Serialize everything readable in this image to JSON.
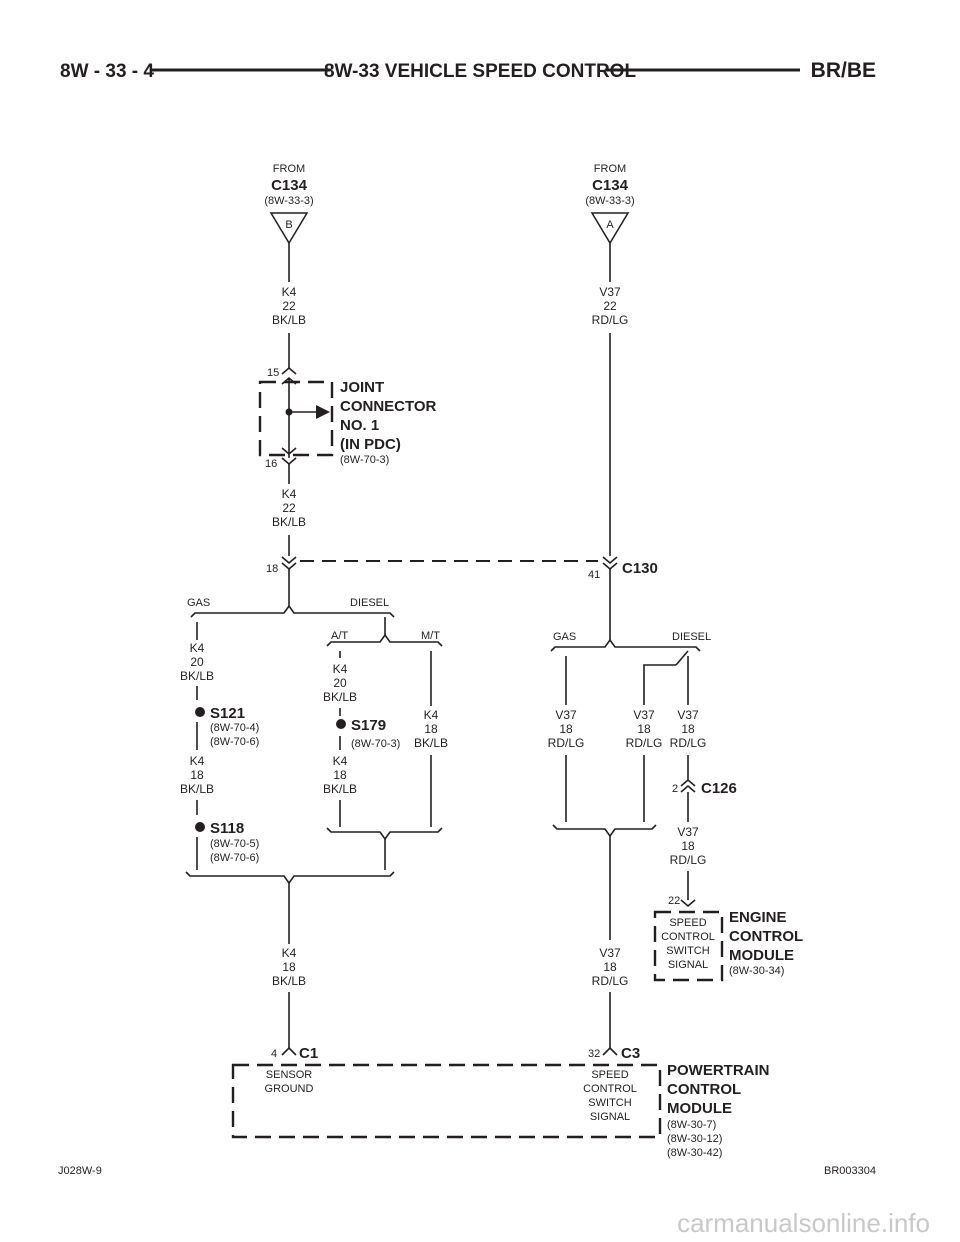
{
  "header": {
    "page_number": "8W - 33 - 4",
    "title": "8W-33 VEHICLE SPEED CONTROL",
    "model": "BR/BE"
  },
  "feeds": [
    {
      "from": "FROM",
      "connector": "C134",
      "ref": "(8W-33-3)",
      "pin": "B"
    },
    {
      "from": "FROM",
      "connector": "C134",
      "ref": "(8W-33-3)",
      "pin": "A"
    }
  ],
  "wires": {
    "k4_22_top": [
      "K4",
      "22",
      "BK/LB"
    ],
    "v37_22_top": [
      "V37",
      "22",
      "RD/LG"
    ],
    "k4_22_mid": [
      "K4",
      "22",
      "BK/LB"
    ],
    "k4_20_gas": [
      "K4",
      "20",
      "BK/LB"
    ],
    "k4_18_gas": [
      "K4",
      "18",
      "BK/LB"
    ],
    "k4_20_at": [
      "K4",
      "20",
      "BK/LB"
    ],
    "k4_18_at": [
      "K4",
      "18",
      "BK/LB"
    ],
    "k4_18_mt": [
      "K4",
      "18",
      "BK/LB"
    ],
    "v37_18_gas": [
      "V37",
      "18",
      "RD/LG"
    ],
    "v37_18_d1": [
      "V37",
      "18",
      "RD/LG"
    ],
    "v37_18_d2": [
      "V37",
      "18",
      "RD/LG"
    ],
    "v37_18_ecm": [
      "V37",
      "18",
      "RD/LG"
    ],
    "k4_18_bottom": [
      "K4",
      "18",
      "BK/LB"
    ],
    "v37_18_bottom": [
      "V37",
      "18",
      "RD/LG"
    ]
  },
  "joint_connector": {
    "title_lines": [
      "JOINT",
      "CONNECTOR",
      "NO. 1",
      "(IN PDC)"
    ],
    "ref": "(8W-70-3)",
    "pin_top": "15",
    "pin_bottom": "16"
  },
  "connectors": {
    "c130": {
      "name": "C130",
      "pin_left": "18",
      "pin_right": "41"
    },
    "c126": {
      "name": "C126",
      "pin": "2"
    },
    "c1": {
      "name": "C1",
      "pin": "4"
    },
    "c3": {
      "name": "C3",
      "pin": "32"
    }
  },
  "options": {
    "gas": "GAS",
    "diesel": "DIESEL",
    "at": "A/T",
    "mt": "M/T"
  },
  "splices": {
    "s121": {
      "name": "S121",
      "refs": [
        "(8W-70-4)",
        "(8W-70-6)"
      ]
    },
    "s179": {
      "name": "S179",
      "refs": [
        "(8W-70-3)"
      ]
    },
    "s118": {
      "name": "S118",
      "refs": [
        "(8W-70-5)",
        "(8W-70-6)"
      ]
    }
  },
  "ecm": {
    "pin": "22",
    "circuit_lines": [
      "SPEED",
      "CONTROL",
      "SWITCH",
      "SIGNAL"
    ],
    "title_lines": [
      "ENGINE",
      "CONTROL",
      "MODULE"
    ],
    "ref": "(8W-30-34)"
  },
  "pcm": {
    "c1_circuit": [
      "SENSOR",
      "GROUND"
    ],
    "c3_circuit": [
      "SPEED",
      "CONTROL",
      "SWITCH",
      "SIGNAL"
    ],
    "title_lines": [
      "POWERTRAIN",
      "CONTROL",
      "MODULE"
    ],
    "refs": [
      "(8W-30-7)",
      "(8W-30-12)",
      "(8W-30-42)"
    ]
  },
  "footer": {
    "left_code": "J028W-9",
    "right_code": "BR003304",
    "watermark": "carmanualsonline.info"
  }
}
